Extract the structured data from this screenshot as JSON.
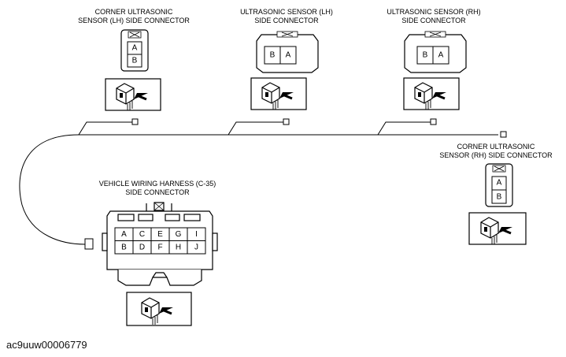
{
  "labels": {
    "corner_lh": [
      "CORNER ULTRASONIC",
      "SENSOR (LH) SIDE CONNECTOR"
    ],
    "sensor_lh": [
      "ULTRASONIC SENSOR (LH)",
      "SIDE CONNECTOR"
    ],
    "sensor_rh": [
      "ULTRASONIC SENSOR (RH)",
      "SIDE CONNECTOR"
    ],
    "corner_rh": [
      "CORNER ULTRASONIC",
      "SENSOR (RH) SIDE CONNECTOR"
    ],
    "harness": [
      "VEHICLE WIRING HARNESS (C-35)",
      "SIDE CONNECTOR"
    ]
  },
  "pins": {
    "corner_lh": [
      "A",
      "B"
    ],
    "sensor_lh": [
      "B",
      "A"
    ],
    "sensor_rh": [
      "B",
      "A"
    ],
    "corner_rh": [
      "A",
      "B"
    ],
    "harness_top": [
      "A",
      "C",
      "E",
      "G",
      "I"
    ],
    "harness_bottom": [
      "B",
      "D",
      "F",
      "H",
      "J"
    ]
  },
  "reference_code": "ac9uuw00006779"
}
